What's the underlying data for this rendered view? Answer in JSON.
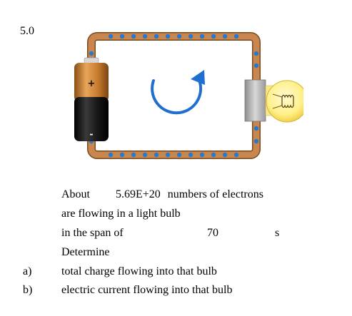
{
  "problem_number": "5.0",
  "figure": {
    "battery_plus_symbol": "+",
    "battery_minus_symbol": "-",
    "flow_icon": "circular-arrow-icon",
    "colors": {
      "wire": "#c9874f",
      "wire_outline": "#7a4a1e",
      "electron": "#2a78c8",
      "arrow": "#1f6fd0",
      "battery_cap": "#c47a2c",
      "battery_body": "#151515",
      "bulb_glass": "#fff08a",
      "socket": "#b8b8b8"
    }
  },
  "text": {
    "line1_prefix": "About",
    "electron_count": "5.69E+20",
    "line1_suffix": "numbers of electrons",
    "line2": "are flowing in a light bulb",
    "line3_prefix": "in the span of",
    "time_value": "70",
    "time_unit": "s",
    "line4": "Determine"
  },
  "questions": [
    {
      "label": "a)",
      "text": "total charge flowing into that bulb"
    },
    {
      "label": "b)",
      "text": "electric current flowing into that bulb"
    }
  ]
}
